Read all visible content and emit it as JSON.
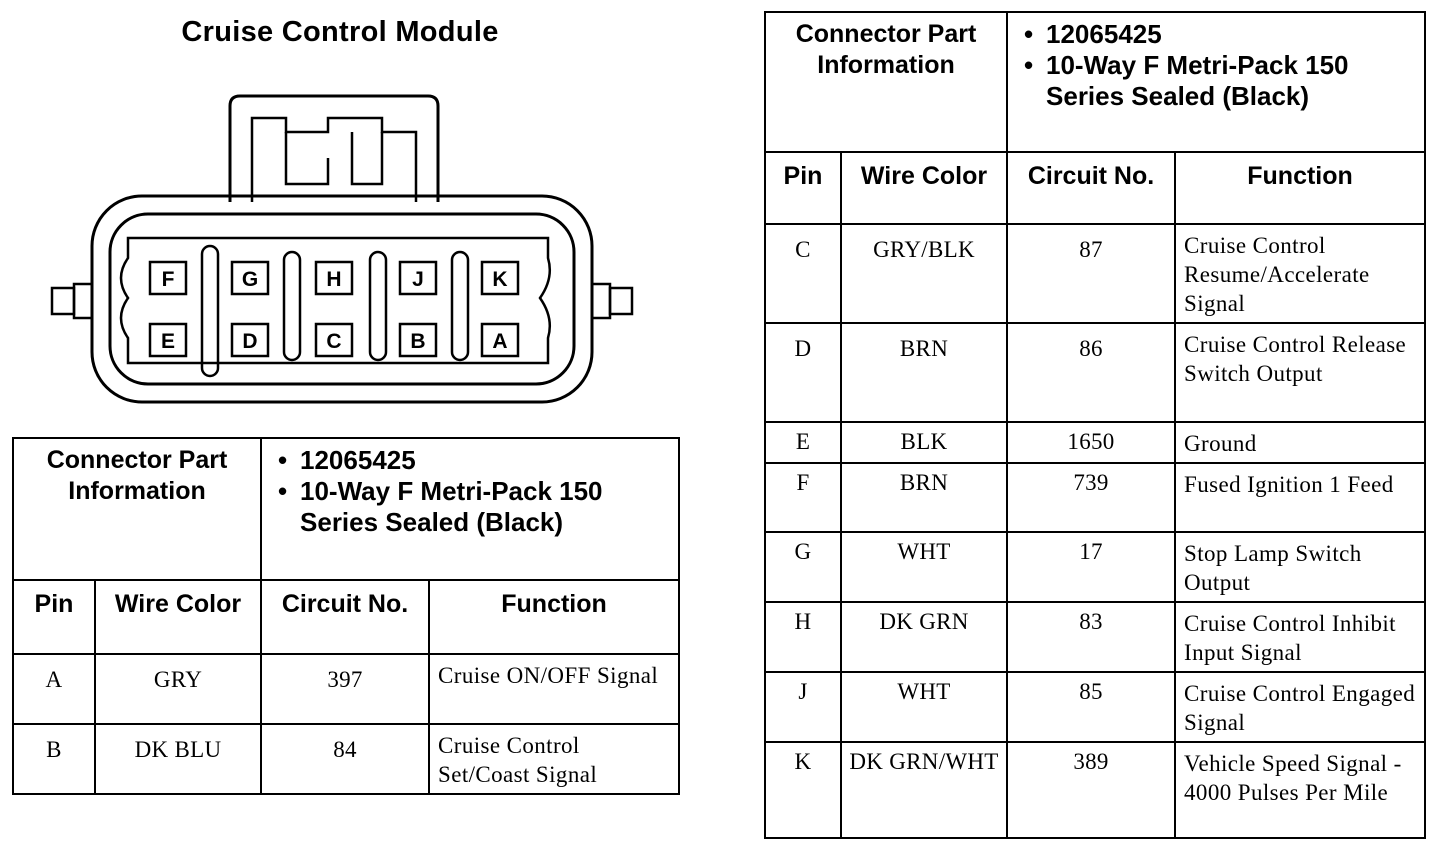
{
  "diagram": {
    "title": "Cruise Control Module",
    "connector_pins": {
      "top_row": [
        "F",
        "G",
        "H",
        "J",
        "K"
      ],
      "bottom_row": [
        "E",
        "D",
        "C",
        "B",
        "A"
      ]
    }
  },
  "connector_info": {
    "label": "Connector Part Information",
    "items": [
      "12065425",
      "10-Way F Metri-Pack 150 Series Sealed (Black)"
    ]
  },
  "columns": {
    "pin": "Pin",
    "wire_color": "Wire Color",
    "circuit_no": "Circuit No.",
    "function": "Function"
  },
  "left_table_rows": [
    {
      "pin": "A",
      "wire_color": "GRY",
      "circuit": "397",
      "function": "Cruise ON/OFF Signal"
    },
    {
      "pin": "B",
      "wire_color": "DK BLU",
      "circuit": "84",
      "function": "Cruise Control Set/Coast Signal"
    }
  ],
  "right_table_rows": [
    {
      "pin": "C",
      "wire_color": "GRY/BLK",
      "circuit": "87",
      "function": "Cruise Control Resume/Accelerate Signal"
    },
    {
      "pin": "D",
      "wire_color": "BRN",
      "circuit": "86",
      "function": "Cruise Control Release Switch Output"
    },
    {
      "pin": "E",
      "wire_color": "BLK",
      "circuit": "1650",
      "function": "Ground"
    },
    {
      "pin": "F",
      "wire_color": "BRN",
      "circuit": "739",
      "function": "Fused Ignition 1 Feed"
    },
    {
      "pin": "G",
      "wire_color": "WHT",
      "circuit": "17",
      "function": "Stop Lamp Switch Output"
    },
    {
      "pin": "H",
      "wire_color": "DK GRN",
      "circuit": "83",
      "function": "Cruise Control Inhibit Input Signal"
    },
    {
      "pin": "J",
      "wire_color": "WHT",
      "circuit": "85",
      "function": "Cruise Control Engaged Signal"
    },
    {
      "pin": "K",
      "wire_color": "DK GRN/WHT",
      "circuit": "389",
      "function": "Vehicle Speed Signal - 4000 Pulses Per Mile"
    }
  ]
}
